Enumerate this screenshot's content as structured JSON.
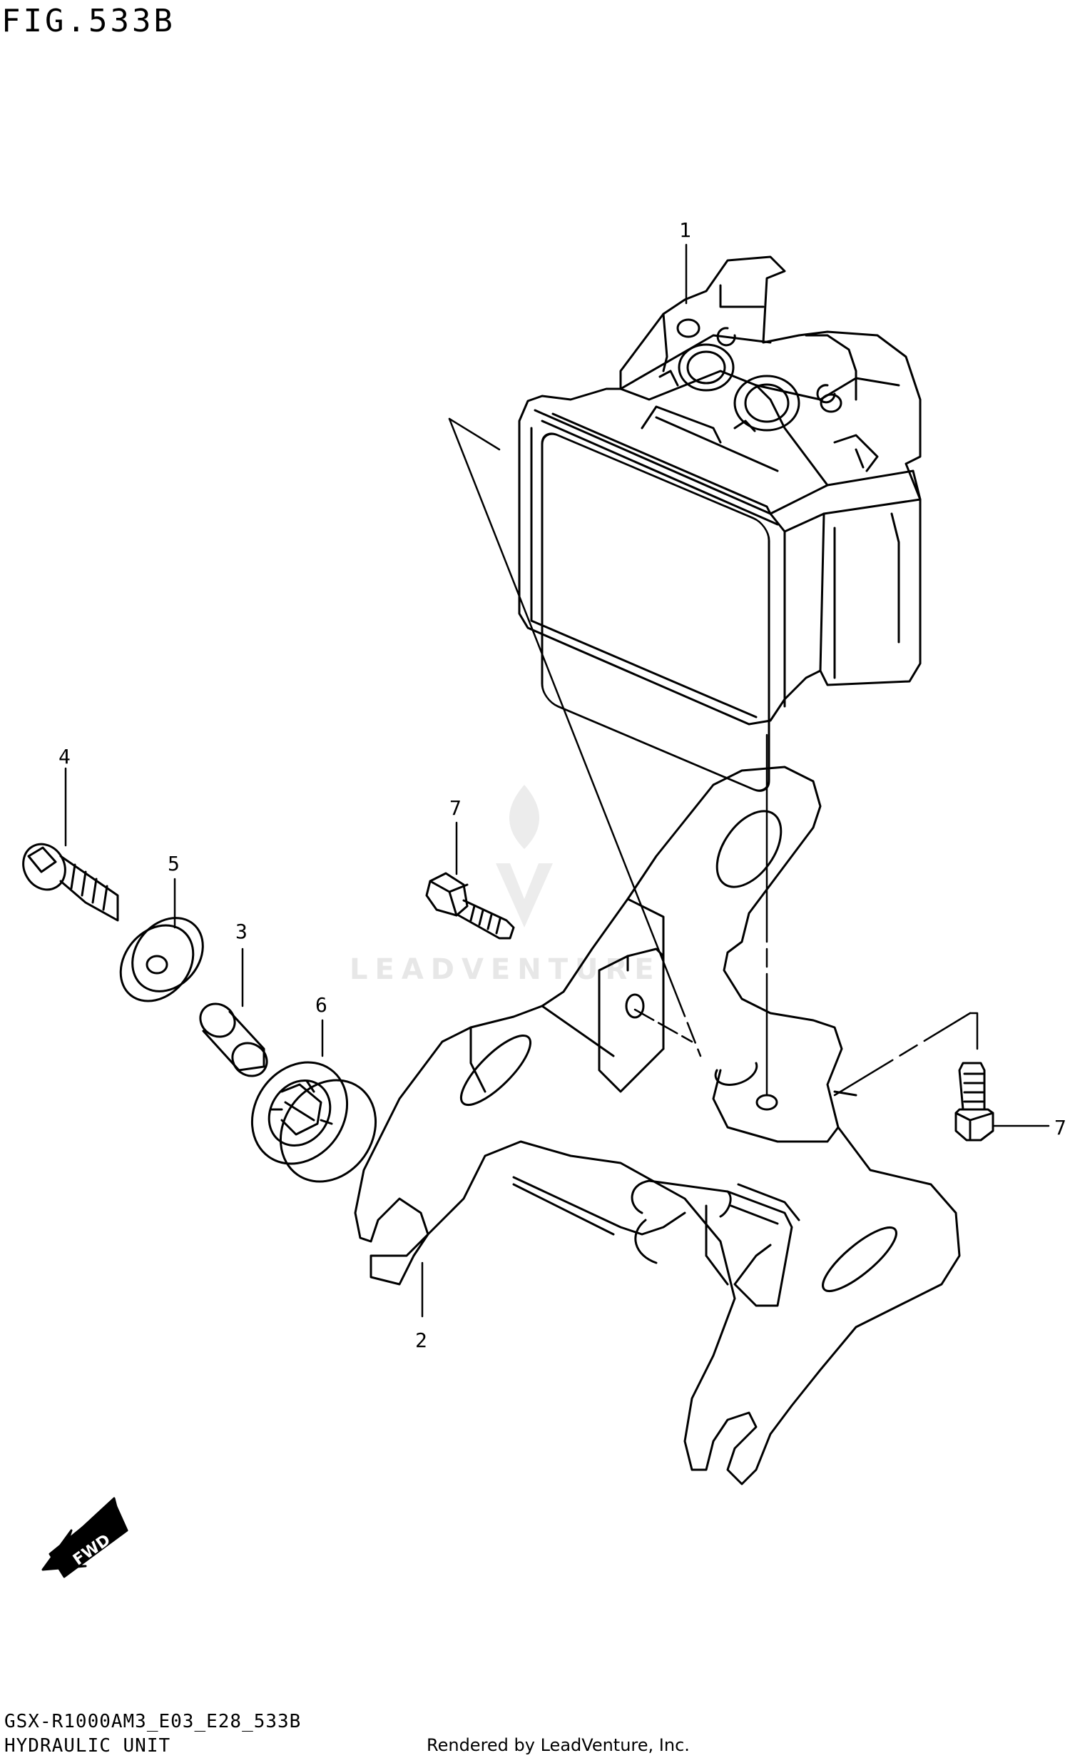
{
  "figure_title": "FIG.533B",
  "watermark": "LEADVENTURE",
  "fwd_label": "FWD",
  "callouts": [
    "1",
    "2",
    "3",
    "4",
    "5",
    "6",
    "7",
    "7"
  ],
  "footer": {
    "model_code": "GSX-R1000AM3_E03_E28_533B",
    "section_name": "HYDRAULIC UNIT",
    "rendered_by": "Rendered by LeadVenture, Inc."
  }
}
